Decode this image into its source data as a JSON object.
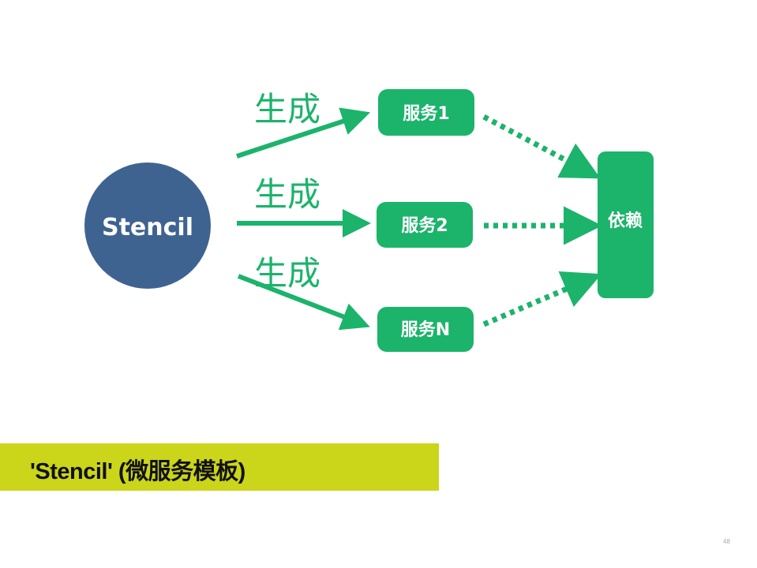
{
  "diagram": {
    "source_node": "Stencil",
    "edge_label": "生成",
    "services": [
      "服务1",
      "服务2",
      "服务N"
    ],
    "target_node": "依赖",
    "colors": {
      "green": "#1cb36b",
      "blue": "#3f6391",
      "banner": "#cbd51a"
    }
  },
  "caption": "'Stencil' (微服务模板)",
  "page_number": "48"
}
